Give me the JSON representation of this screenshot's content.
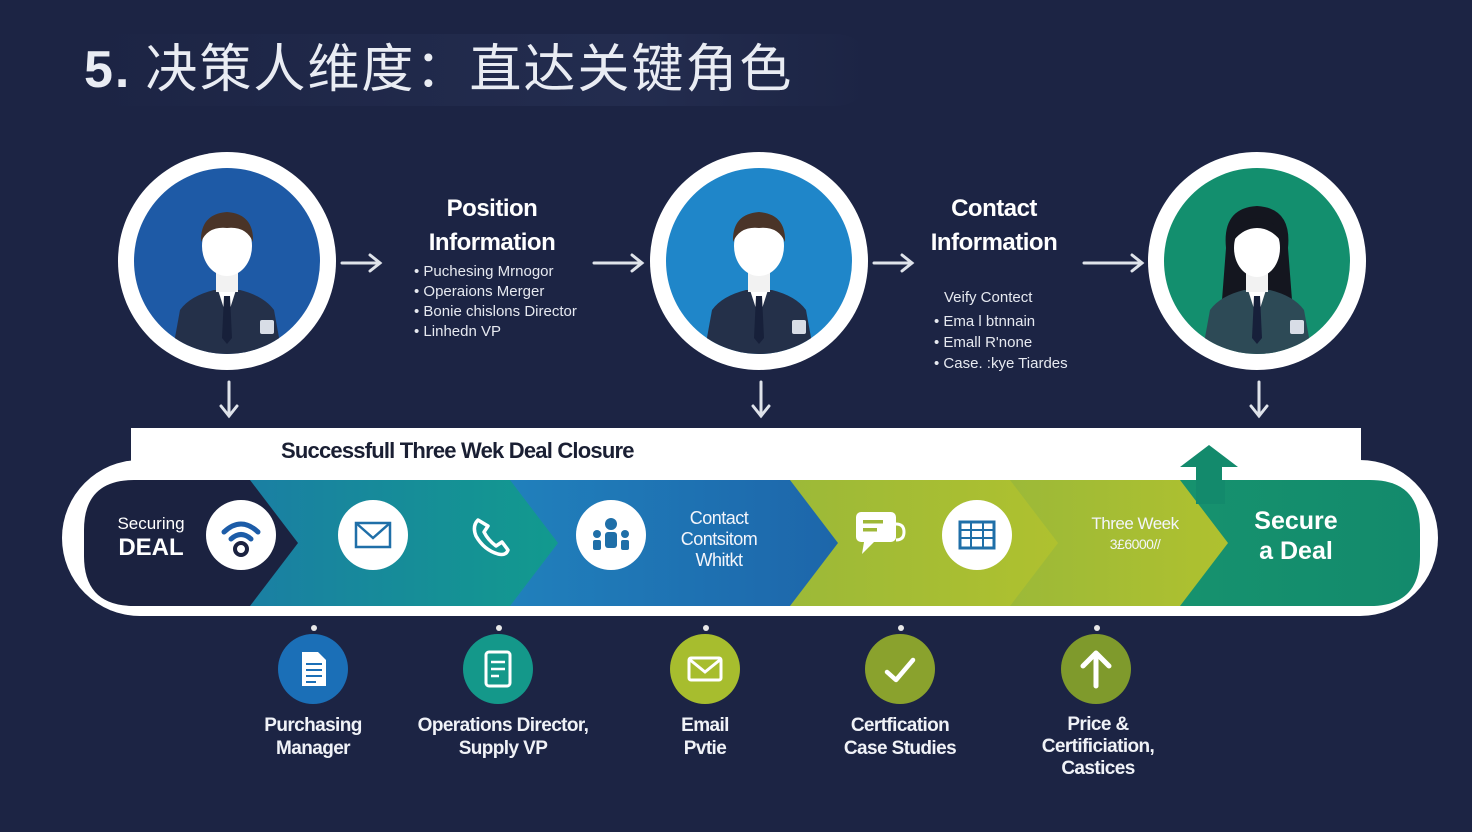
{
  "title": {
    "number": "5.",
    "text": "决策人维度：直达关键角色"
  },
  "columns": [
    {
      "header": [
        "Position",
        "Information"
      ],
      "bullets": [
        "Puchesing Mrnogor",
        "Operaions Merger",
        "Bonie chislons Director",
        "Linhedn VP"
      ]
    },
    {
      "header": [
        "Contact",
        "Information"
      ],
      "sub": "Veify Contect",
      "bullets": [
        "Ema l  btnnain",
        "Emall R'none",
        "Case. :kye Tiardes"
      ]
    }
  ],
  "banner": {
    "label": "Successfull Three Wek Deal Closure"
  },
  "band": {
    "start": {
      "line1": "Securing",
      "line2": "DEAL"
    },
    "contact": [
      "Contact",
      "Contsitom",
      "Whitkt"
    ],
    "three_week": [
      "Three Week",
      "3£6000//"
    ],
    "end": [
      "Secure",
      "a Deal"
    ]
  },
  "bottom_items": [
    {
      "label": [
        "Purchasing",
        "Manager"
      ],
      "icon": "document-icon",
      "color": "#1b6fb7"
    },
    {
      "label": [
        "Operations Director,",
        "Supply VP"
      ],
      "icon": "form-icon",
      "color": "#14988a"
    },
    {
      "label": [
        "Email",
        "Pvtie"
      ],
      "icon": "mail-icon",
      "color": "#a7bd2e"
    },
    {
      "label": [
        "Certfication",
        "Case Studies"
      ],
      "icon": "check-icon",
      "color": "#8aa22d"
    },
    {
      "label": [
        "Price &",
        "Certificiation,",
        "Castices"
      ],
      "icon": "up-arrow-icon",
      "color": "#7f9a2c"
    }
  ],
  "colors": {
    "background": "#1c2444",
    "blue": "#1f6fb2",
    "teal": "#16948a",
    "green": "#139070",
    "lime": "#a9bd32"
  }
}
